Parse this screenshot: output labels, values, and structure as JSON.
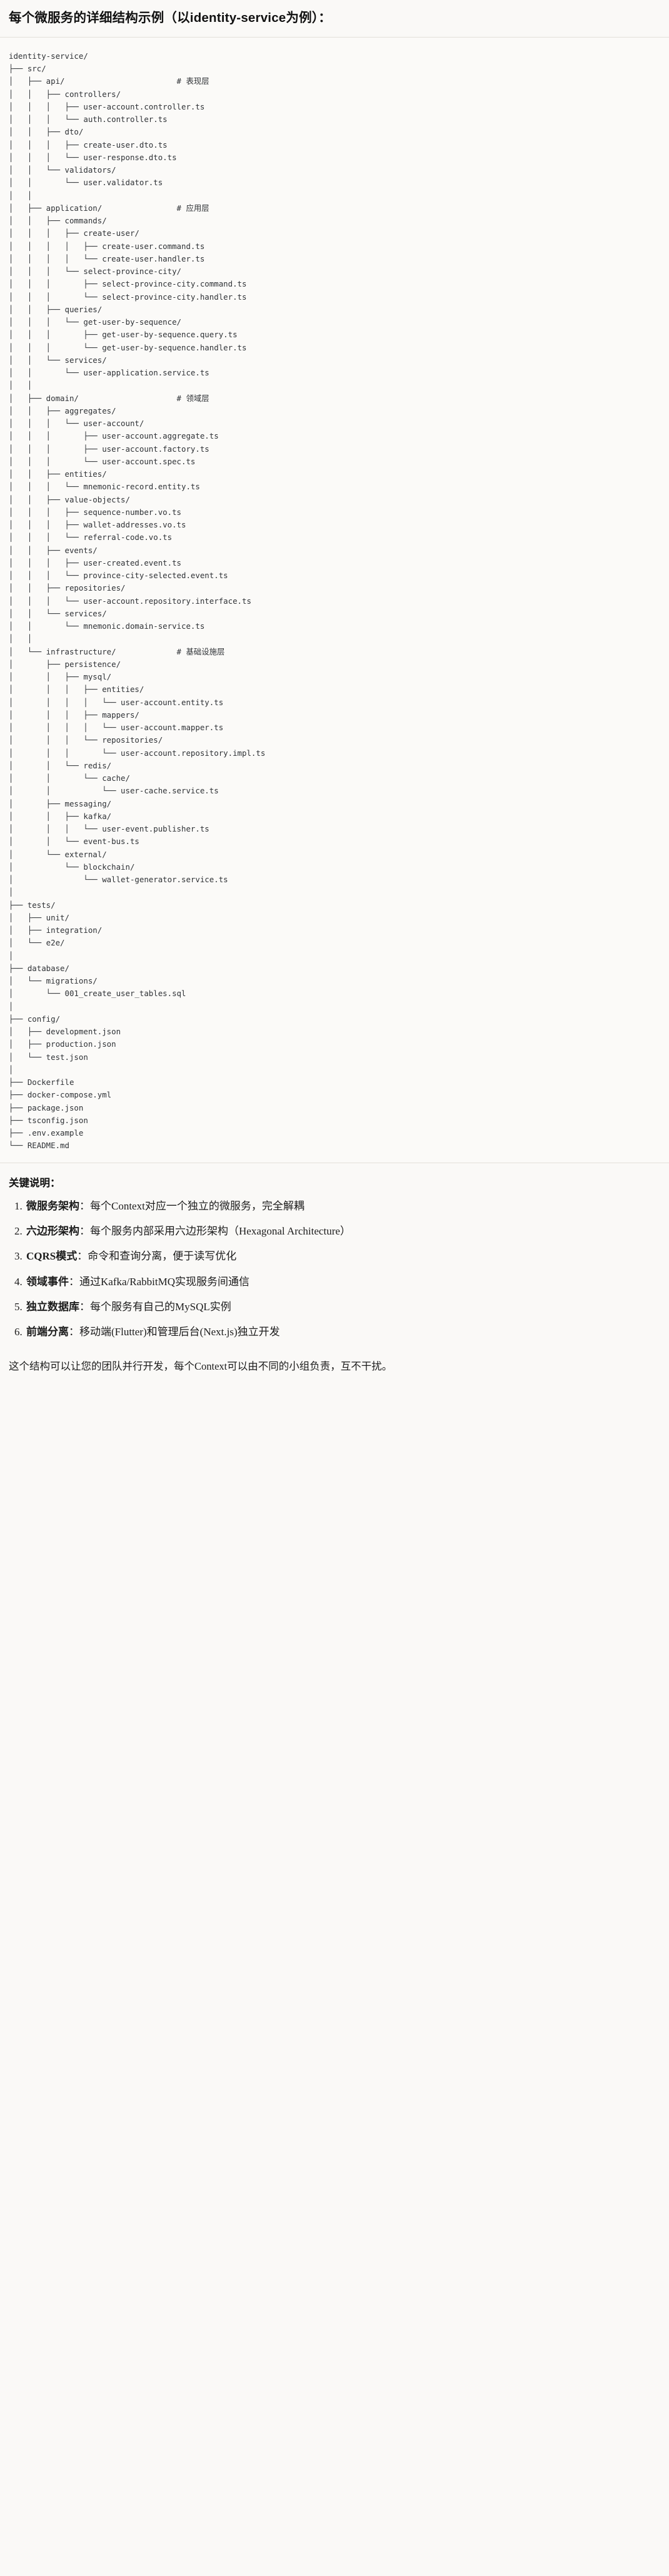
{
  "document": {
    "title": "每个微服务的详细结构示例（以identity-service为例）：",
    "tree_root": "identity-service/",
    "tree": "identity-service/\n├── src/\n│   ├── api/                        # 表现层\n│   │   ├── controllers/\n│   │   │   ├── user-account.controller.ts\n│   │   │   └── auth.controller.ts\n│   │   ├── dto/\n│   │   │   ├── create-user.dto.ts\n│   │   │   └── user-response.dto.ts\n│   │   └── validators/\n│   │       └── user.validator.ts\n│   │\n│   ├── application/                # 应用层\n│   │   ├── commands/\n│   │   │   ├── create-user/\n│   │   │   │   ├── create-user.command.ts\n│   │   │   │   └── create-user.handler.ts\n│   │   │   └── select-province-city/\n│   │   │       ├── select-province-city.command.ts\n│   │   │       └── select-province-city.handler.ts\n│   │   ├── queries/\n│   │   │   └── get-user-by-sequence/\n│   │   │       ├── get-user-by-sequence.query.ts\n│   │   │       └── get-user-by-sequence.handler.ts\n│   │   └── services/\n│   │       └── user-application.service.ts\n│   │\n│   ├── domain/                     # 领域层\n│   │   ├── aggregates/\n│   │   │   └── user-account/\n│   │   │       ├── user-account.aggregate.ts\n│   │   │       ├── user-account.factory.ts\n│   │   │       └── user-account.spec.ts\n│   │   ├── entities/\n│   │   │   └── mnemonic-record.entity.ts\n│   │   ├── value-objects/\n│   │   │   ├── sequence-number.vo.ts\n│   │   │   ├── wallet-addresses.vo.ts\n│   │   │   └── referral-code.vo.ts\n│   │   ├── events/\n│   │   │   ├── user-created.event.ts\n│   │   │   └── province-city-selected.event.ts\n│   │   ├── repositories/\n│   │   │   └── user-account.repository.interface.ts\n│   │   └── services/\n│   │       └── mnemonic.domain-service.ts\n│   │\n│   └── infrastructure/             # 基础设施层\n│       ├── persistence/\n│       │   ├── mysql/\n│       │   │   ├── entities/\n│       │   │   │   └── user-account.entity.ts\n│       │   │   ├── mappers/\n│       │   │   │   └── user-account.mapper.ts\n│       │   │   └── repositories/\n│       │   │       └── user-account.repository.impl.ts\n│       │   └── redis/\n│       │       └── cache/\n│       │           └── user-cache.service.ts\n│       ├── messaging/\n│       │   ├── kafka/\n│       │   │   └── user-event.publisher.ts\n│       │   └── event-bus.ts\n│       └── external/\n│           └── blockchain/\n│               └── wallet-generator.service.ts\n│\n├── tests/\n│   ├── unit/\n│   ├── integration/\n│   └── e2e/\n│\n├── database/\n│   └── migrations/\n│       └── 001_create_user_tables.sql\n│\n├── config/\n│   ├── development.json\n│   ├── production.json\n│   └── test.json\n│\n├── Dockerfile\n├── docker-compose.yml\n├── package.json\n├── tsconfig.json\n├── .env.example\n└── README.md",
    "keypoints_heading": "关键说明：",
    "keypoints": [
      {
        "term": "微服务架构",
        "sep": "：",
        "desc": "每个Context对应一个独立的微服务，完全解耦"
      },
      {
        "term": "六边形架构",
        "sep": "：",
        "desc": "每个服务内部采用六边形架构（Hexagonal Architecture）"
      },
      {
        "term": "CQRS模式",
        "sep": "：",
        "desc": "命令和查询分离，便于读写优化"
      },
      {
        "term": "领域事件",
        "sep": "：",
        "desc": "通过Kafka/RabbitMQ实现服务间通信"
      },
      {
        "term": "独立数据库",
        "sep": "：",
        "desc": "每个服务有自己的MySQL实例"
      },
      {
        "term": "前端分离",
        "sep": "：",
        "desc": "移动端(Flutter)和管理后台(Next.js)独立开发"
      }
    ],
    "closing": "这个结构可以让您的团队并行开发，每个Context可以由不同的小组负责，互不干扰。",
    "colors": {
      "background": "#faf9f7",
      "text": "#1c1c1c",
      "code_text": "#2f3236",
      "rule": "#e3e0da"
    }
  }
}
